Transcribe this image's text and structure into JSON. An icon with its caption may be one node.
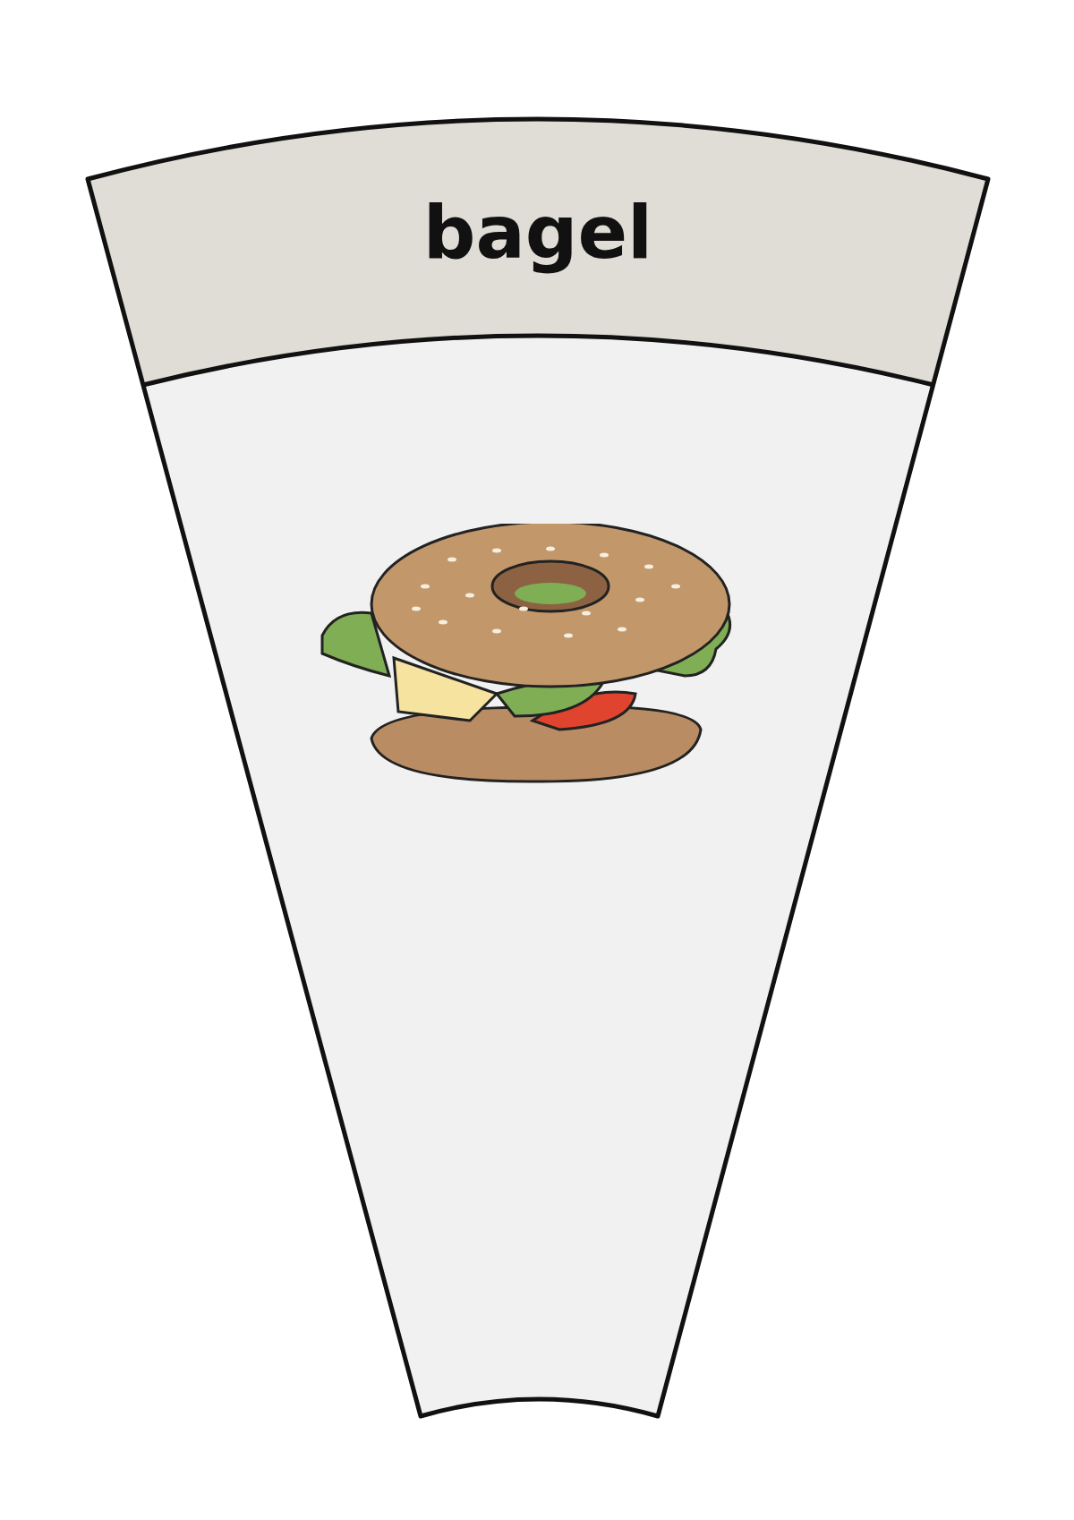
{
  "diagram": {
    "nodes": [
      {
        "text": [
          "bagel"
        ]
      },
      {
        "text": [],
        "shape": "picture",
        "in": 0
      }
    ]
  }
}
